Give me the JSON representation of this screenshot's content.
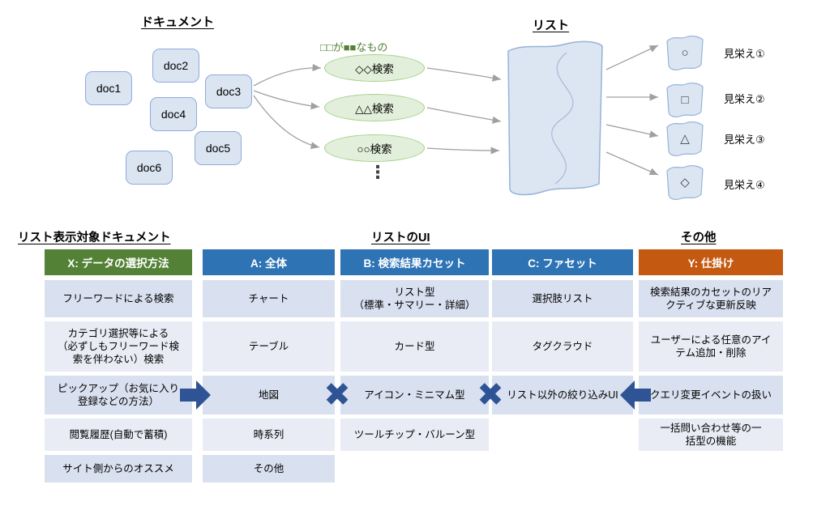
{
  "diagram": {
    "documents_title": "ドキュメント",
    "docs": [
      "doc1",
      "doc2",
      "doc3",
      "doc4",
      "doc5",
      "doc6"
    ],
    "condition_label": "□□が■■なもの",
    "searches": [
      "◇◇検索",
      "△△検索",
      "○○検索"
    ],
    "more_indicator": "⋮",
    "list_title": "リスト",
    "appearances": [
      {
        "symbol": "○",
        "label": "見栄え①"
      },
      {
        "symbol": "□",
        "label": "見栄え②"
      },
      {
        "symbol": "△",
        "label": "見栄え③"
      },
      {
        "symbol": "◇",
        "label": "見栄え④"
      }
    ]
  },
  "matrix": {
    "group_headings": [
      "リスト表示対象ドキュメント",
      "リストのUI",
      "その他"
    ],
    "columns": [
      {
        "id": "X",
        "header": "X: データの選択方法",
        "header_color": "#538135",
        "rows": [
          "フリーワードによる検索",
          "カテゴリ選択等による\n（必ずしもフリーワード検\n索を伴わない）検索",
          "ピックアップ（お気に入り\n登録などの方法）",
          "閲覧履歴(自動で蓄積)",
          "サイト側からのオススメ"
        ]
      },
      {
        "id": "A",
        "header": "A: 全体",
        "header_color": "#2e74b5",
        "rows": [
          "チャート",
          "テーブル",
          "地図",
          "時系列",
          "その他"
        ]
      },
      {
        "id": "B",
        "header": "B: 検索結果カセット",
        "header_color": "#2e74b5",
        "rows": [
          "リスト型\n（標準・サマリー・詳細）",
          "カード型",
          "アイコン・ミニマム型",
          "ツールチップ・バルーン型"
        ]
      },
      {
        "id": "C",
        "header": "C: ファセット",
        "header_color": "#2e74b5",
        "rows": [
          "選択肢リスト",
          "タグクラウド",
          "リスト以外の絞り込みUI"
        ]
      },
      {
        "id": "Y",
        "header": "Y: 仕掛け",
        "header_color": "#c45911",
        "rows": [
          "検索結果のカセットのリア\nクティブな更新反映",
          "ユーザーによる任意のアイ\nテム追加・削除",
          "クエリ変更イベントの扱い",
          "一括問い合わせ等の一\n括型の機能"
        ]
      }
    ],
    "connectors": [
      "→",
      "✖",
      "✖",
      "←"
    ]
  },
  "colors": {
    "doc_fill": "#dbe5f1",
    "doc_border": "#8faadc",
    "search_fill": "#e2efda",
    "search_border": "#a9d18e",
    "condition_text": "#538135",
    "scroll_fill": "#dce6f2",
    "scroll_border": "#95b3d7",
    "header_x": "#538135",
    "header_abc": "#2e74b5",
    "header_y": "#c45911",
    "row_odd": "#d9e0ef",
    "row_even": "#e9ecf5",
    "connector_blue": "#2f5496",
    "arrow_gray": "#a0a0a0"
  }
}
